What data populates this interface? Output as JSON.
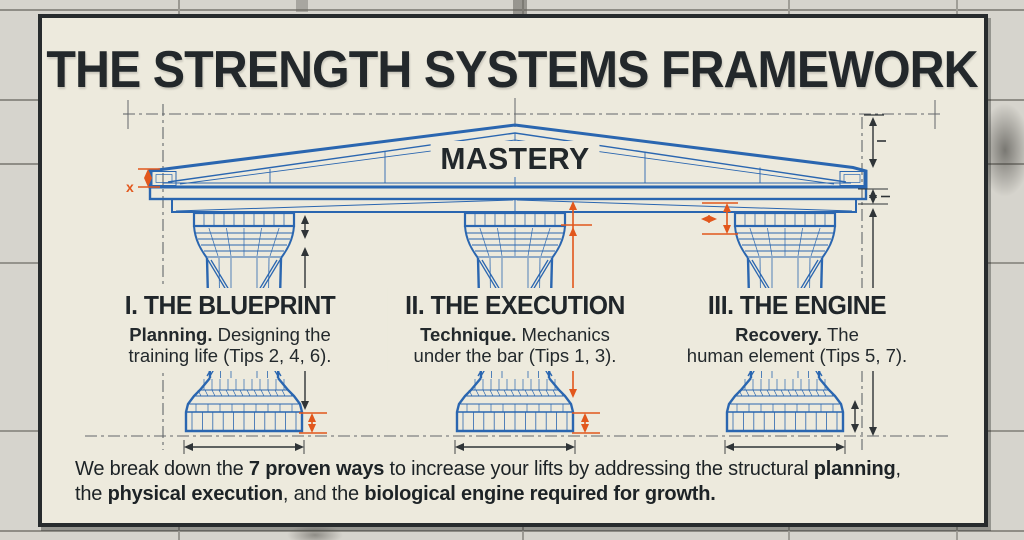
{
  "title": "THE STRENGTH SYSTEMS FRAMEWORK",
  "pediment": {
    "label": "MASTERY"
  },
  "dims": {
    "x_label": "x"
  },
  "pillars": [
    {
      "heading": "I. THE BLUEPRINT",
      "desc_line1": [
        {
          "t": "Planning.",
          "b": true
        },
        {
          "t": " Designing the",
          "b": false
        }
      ],
      "desc_line2": [
        {
          "t": "training life (Tips 2, 4, 6).",
          "b": false
        }
      ]
    },
    {
      "heading": "II. THE EXECUTION",
      "desc_line1": [
        {
          "t": "Technique.",
          "b": true
        },
        {
          "t": " Mechanics",
          "b": false
        }
      ],
      "desc_line2": [
        {
          "t": "under the bar (Tips 1, 3).",
          "b": false
        }
      ]
    },
    {
      "heading": "III. THE ENGINE",
      "desc_line1": [
        {
          "t": "Recovery.",
          "b": true
        },
        {
          "t": " The",
          "b": false
        }
      ],
      "desc_line2": [
        {
          "t": "human element (Tips 5, 7).",
          "b": false
        }
      ]
    }
  ],
  "footer": {
    "line1": [
      {
        "t": "We break down the ",
        "b": false
      },
      {
        "t": "7 proven ways",
        "b": true
      },
      {
        "t": " to increase your lifts by addressing the structural ",
        "b": false
      },
      {
        "t": "planning",
        "b": true
      },
      {
        "t": ",",
        "b": false
      }
    ],
    "line2": [
      {
        "t": "the ",
        "b": false
      },
      {
        "t": "physical execution",
        "b": true
      },
      {
        "t": ", and the ",
        "b": false
      },
      {
        "t": "biological engine required for growth.",
        "b": true
      }
    ]
  },
  "colors": {
    "blueprint": "#2a66b0",
    "accent_orange": "#e2571c",
    "ink": "#2f3437",
    "guide_gray": "#63676a",
    "card_bg": "#edeadd"
  }
}
